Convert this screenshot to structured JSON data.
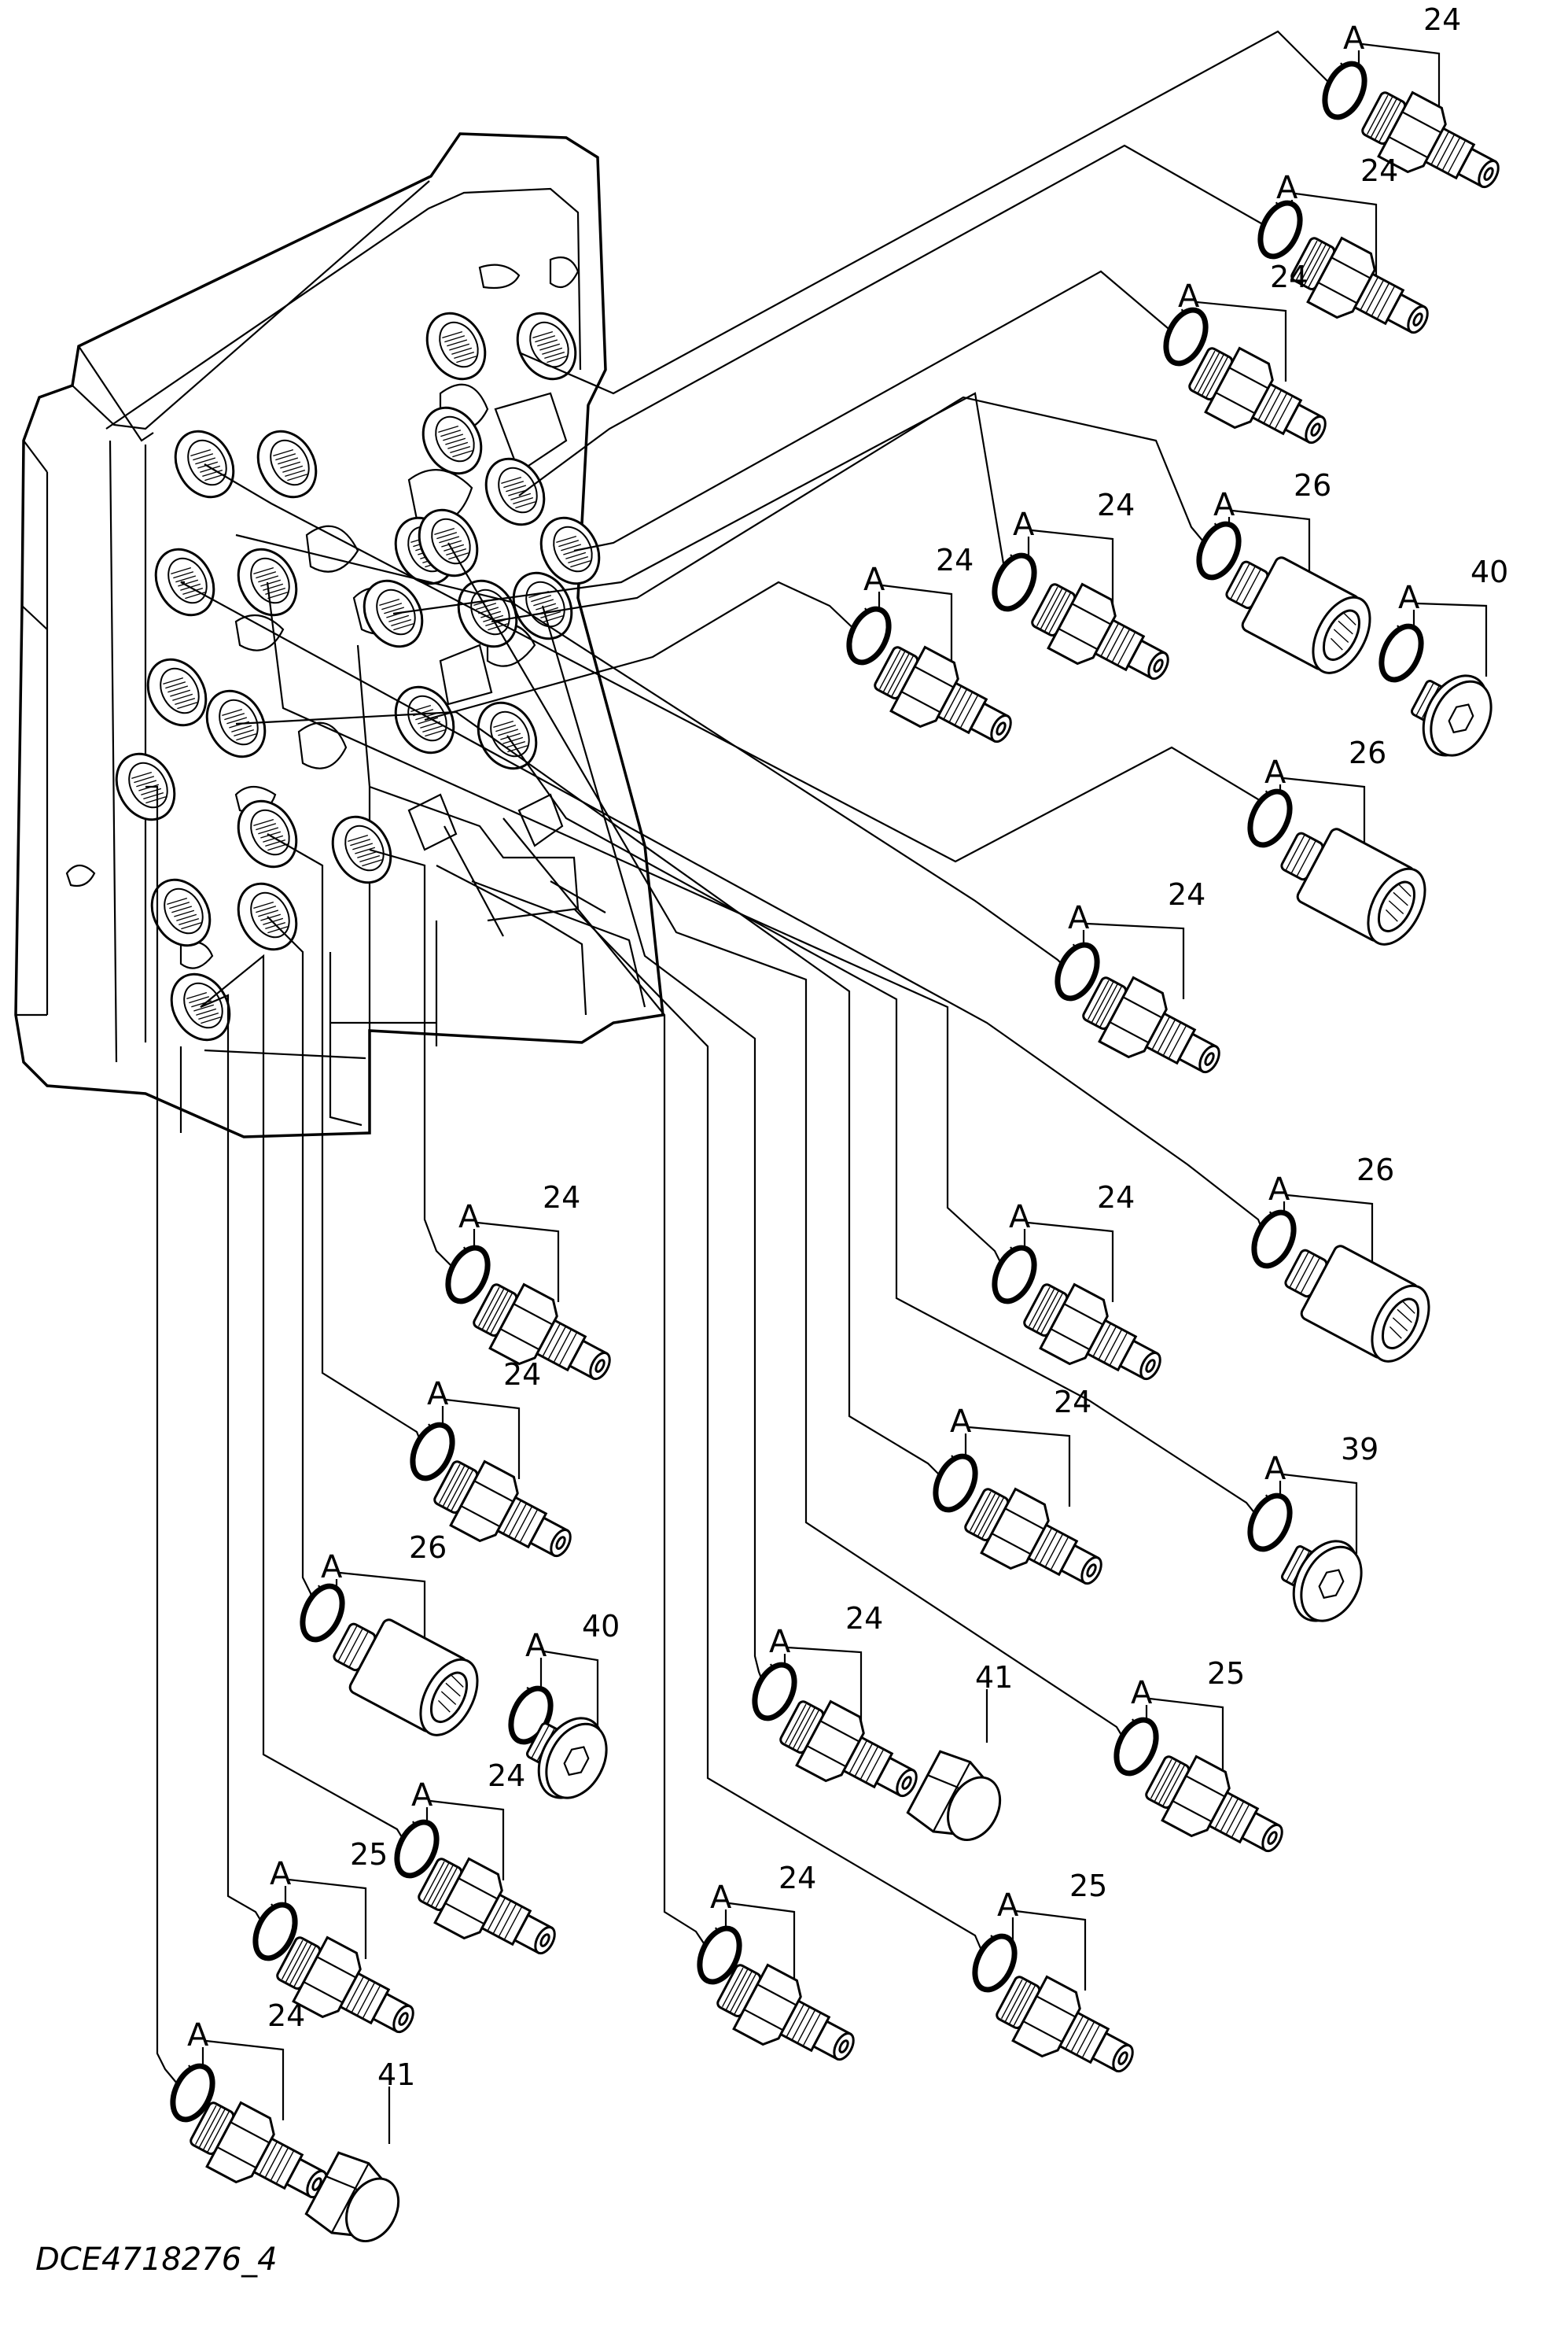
{
  "drawing_code": "DCE4718276_4",
  "callout_letter": "A",
  "callouts": [
    {
      "label": "24",
      "part": "connector"
    },
    {
      "label": "24",
      "part": "connector"
    },
    {
      "label": "24",
      "part": "connector"
    },
    {
      "label": "24",
      "part": "connector"
    },
    {
      "label": "26",
      "part": "adapter"
    },
    {
      "label": "24",
      "part": "connector"
    },
    {
      "label": "40",
      "part": "socket-plug"
    },
    {
      "label": "26",
      "part": "adapter"
    },
    {
      "label": "24",
      "part": "connector"
    },
    {
      "label": "26",
      "part": "adapter"
    },
    {
      "label": "24",
      "part": "connector"
    },
    {
      "label": "24",
      "part": "connector"
    },
    {
      "label": "39",
      "part": "socket-plug"
    },
    {
      "label": "24",
      "part": "connector"
    },
    {
      "label": "24",
      "part": "connector"
    },
    {
      "label": "26",
      "part": "adapter"
    },
    {
      "label": "40",
      "part": "socket-plug"
    },
    {
      "label": "24",
      "part": "connector"
    },
    {
      "label": "41",
      "part": "cap"
    },
    {
      "label": "25",
      "part": "connector"
    },
    {
      "label": "24",
      "part": "connector"
    },
    {
      "label": "25",
      "part": "connector"
    },
    {
      "label": "24",
      "part": "connector"
    },
    {
      "label": "25",
      "part": "connector"
    },
    {
      "label": "24",
      "part": "connector"
    },
    {
      "label": "41",
      "part": "cap"
    }
  ]
}
